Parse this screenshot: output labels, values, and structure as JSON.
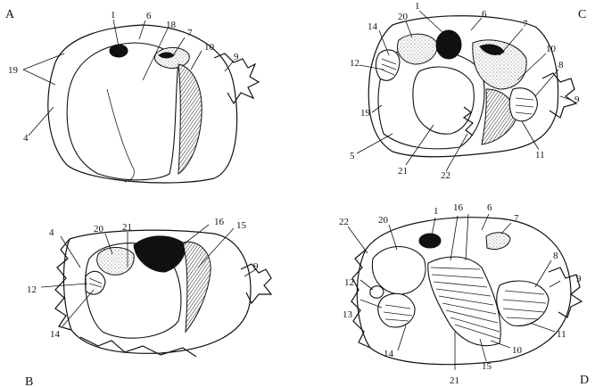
{
  "panels": {
    "A": {
      "letter": "A",
      "labels": {
        "n1": "1",
        "n6": "6",
        "n18": "18",
        "n7": "7",
        "n10": "10",
        "n9": "9",
        "n19": "19",
        "n4": "4"
      }
    },
    "B": {
      "letter": "B",
      "labels": {
        "n4": "4",
        "n20": "20",
        "n21": "21",
        "n16": "16",
        "n15": "15",
        "n9": "9",
        "n12": "12",
        "n14": "14"
      }
    },
    "C": {
      "letter": "C",
      "labels": {
        "n1": "1",
        "n20": "20",
        "n6": "6",
        "n14": "14",
        "n7": "7",
        "n10": "10",
        "n12": "12",
        "n8": "8",
        "n9": "9",
        "n19": "19",
        "n11": "11",
        "n5": "5",
        "n21": "21",
        "n22": "22"
      }
    },
    "D": {
      "letter": "D",
      "labels": {
        "n1": "1",
        "n16": "16",
        "n6": "6",
        "n20": "20",
        "n7": "7",
        "n22": "22",
        "n8": "8",
        "n9": "9",
        "n12": "12",
        "n13": "13",
        "n11": "11",
        "n14": "14",
        "n10": "10",
        "n15": "15",
        "n21": "21"
      }
    }
  }
}
